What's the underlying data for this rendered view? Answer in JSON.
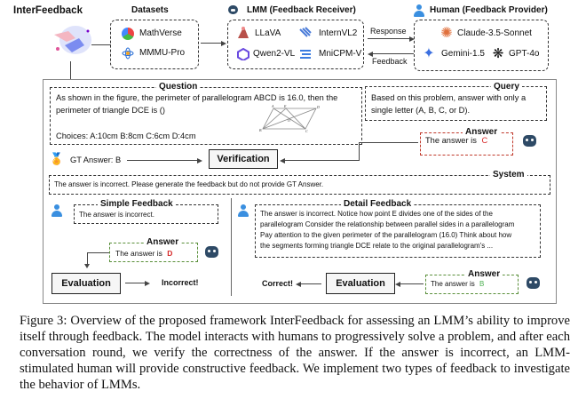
{
  "header": {
    "title": "InterFeedback",
    "datasets": {
      "title": "Datasets",
      "items": [
        "MathVerse",
        "MMMU-Pro"
      ]
    },
    "lmm": {
      "title": "LMM (Feedback Receiver)",
      "items": [
        "LLaVA",
        "InternVL2",
        "Qwen2-VL",
        "MniCPM-V"
      ]
    },
    "human": {
      "title": "Human (Feedback Provider)",
      "items": [
        "Claude-3.5-Sonnet",
        "Gemini-1.5",
        "GPT-4o"
      ]
    },
    "response_label": "Response",
    "feedback_label": "Feedback"
  },
  "question": {
    "title": "Question",
    "text_line1": "As shown in the figure, the perimeter of parallelogram ABCD is 16.0, then the",
    "text_line2": "perimeter of triangle DCE is ()",
    "choices": "Choices: A:10cm B:8cm C:6cm   D:4cm",
    "figure_points": [
      "A",
      "E",
      "D",
      "O",
      "B",
      "C"
    ]
  },
  "query": {
    "title": "Query",
    "text": "Based on this problem, answer with only a single letter (A, B, C, or D)."
  },
  "gt_answer": "GT Answer: B",
  "verification_label": "Verification",
  "first_answer": {
    "title": "Answer",
    "prefix": "The answer is",
    "letter": "C",
    "color": "#d62828"
  },
  "system": {
    "title": "System",
    "text": "The answer is incorrect. Please generate the feedback but do not provide GT Answer."
  },
  "simple_feedback": {
    "title": "Simple Feedback",
    "text": "The answer is incorrect.",
    "answer": {
      "title": "Answer",
      "prefix": "The answer is",
      "letter": "D",
      "color": "#d62828"
    },
    "evaluation_label": "Evaluation",
    "result": "Incorrect!"
  },
  "detail_feedback": {
    "title": "Detail Feedback",
    "lines": [
      "The answer is incorrect. Notice how point E divides one of the sides of the",
      "parallelogram Consider the relationship between parallel sides in a parallelogram",
      "Pay attention to the given perimeter of the parallelogram (16.0) Think about how",
      "the segments forming triangle DCE relate to the original parallelogram's ..."
    ],
    "answer": {
      "title": "Answer",
      "prefix": "The answer is",
      "letter": "B",
      "color": "#4caf50"
    },
    "evaluation_label": "Evaluation",
    "result": "Correct!"
  },
  "caption": "Figure 3: Overview of the proposed framework InterFeedback for assessing an LMM’s ability to improve itself through feedback. The model interacts with humans to progressively solve a problem, and after each conversation round, we verify the correctness of the answer. If the answer is incorrect, an LMM-stimulated human will provide constructive feedback. We implement two types of feedback to investigate the behavior of LMMs."
}
